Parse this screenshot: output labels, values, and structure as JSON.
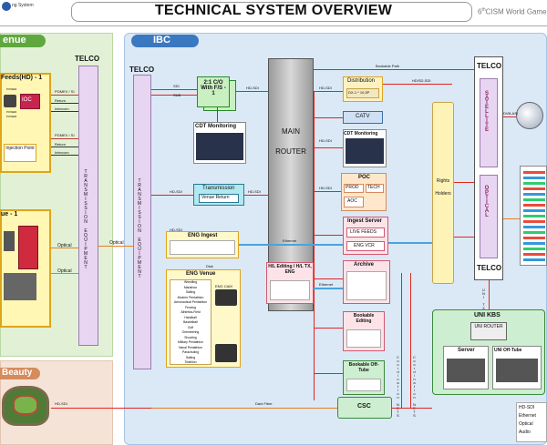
{
  "header": {
    "title": "TECHNICAL SYSTEM OVERVIEW",
    "logo_text": "ng System",
    "event_ordinal": "6",
    "event_suffix": "th",
    "event_text": "CISM World Games K"
  },
  "regions": {
    "venue": "enue",
    "ibc": "IBC",
    "beauty": "Beauty"
  },
  "left": {
    "feeds_title": "Feeds(HD) - 1",
    "ioc": "IOC",
    "injection": "Injection Point",
    "venue1_title": "ue - 1",
    "pgm_labels": [
      "PGMEV / SI",
      "Return",
      "Intercom",
      "PGMEV / SI",
      "Return",
      "Intercom"
    ],
    "optical1": "Optical",
    "optical2": "Optical",
    "hdsdi": "HD-SDI",
    "tiny_labels": [
      "POWER",
      "POWER",
      "POWER"
    ]
  },
  "telco": {
    "left_title": "TELCO",
    "ibc_title": "TELCO",
    "right_top": "TELCO",
    "right_bottom": "TELCO",
    "transmission": "TRANSMISSION EQUIPMENT",
    "satellite": "SATELLITE",
    "optical": "OPTICAL"
  },
  "blocks": {
    "co": "2:1 C/O With F/S - 1",
    "cdt1": "CDT Monitoring",
    "transmission": "Transmission",
    "venue_return": "Venue Return",
    "main_router": "MAIN ROUTER",
    "distribution": "Distribution",
    "dx": "DX-1 * 10,5P",
    "catv": "CATV",
    "cdt2": "CDT Monitoring",
    "poc": "POC",
    "prod": "PROD",
    "tech": "TECH",
    "aoc": "AOC",
    "ingest_server": "Ingest Server",
    "live_feeds": "LIVE FEEDS",
    "eng_vcr": "ENG VCR",
    "archive": "Archive",
    "bookable_editing": "Bookable Editing",
    "bookable_offtube": "Bookable Off-Tube",
    "csc": "CSC",
    "eng_ingest": "ENG Ingest",
    "eng_venue": "ENG Venue",
    "eng_cam": "ENG CAM",
    "hl_editing": "H/L Editing / H/L TX, ENG",
    "rights": "Rights Holders",
    "uni_kbs": "UNI KBS",
    "uni_router": "UNI ROUTER",
    "server": "Server",
    "uni_offtube": "UNI Off-Tube",
    "sports": [
      "Wrestling",
      "Marathon",
      "Sailing",
      "Modern Pentathlon",
      "Aeronautical Pentathlon",
      "Fencing",
      "Athletics-Field",
      "Handball",
      "Basketball",
      "Golf",
      "Orienteering",
      "Shooting",
      "Military Pentathlon",
      "Naval Pentathlon",
      "Parachuting",
      "Sailing",
      "Triathlon"
    ]
  },
  "links": {
    "sdi": "SDI",
    "sub": "SUB",
    "hd_sdi_labels": [
      "HD-SDI",
      "HD-SDI",
      "HD-SDI",
      "HD-SDI",
      "HD-SDI",
      "HD-SDI",
      "HD-SDI"
    ],
    "bookable_path": "Bookable Path",
    "hd_sdi_eth": "HD/SD-SDI",
    "ethernet": "Ethernet",
    "ethernet2": "Ethernet",
    "disk": "Disk",
    "optical_mid": "Optical",
    "dark_fiber": "Dark Fiber",
    "dvb_asi": "DVB-ASI",
    "coord1": "Coordination NETS",
    "coord2": "Coordination NETS",
    "uni_tx": "UNI TX"
  },
  "legend": {
    "items": [
      "HD-SDI",
      "Ethernet",
      "Optical",
      "Audio"
    ]
  }
}
